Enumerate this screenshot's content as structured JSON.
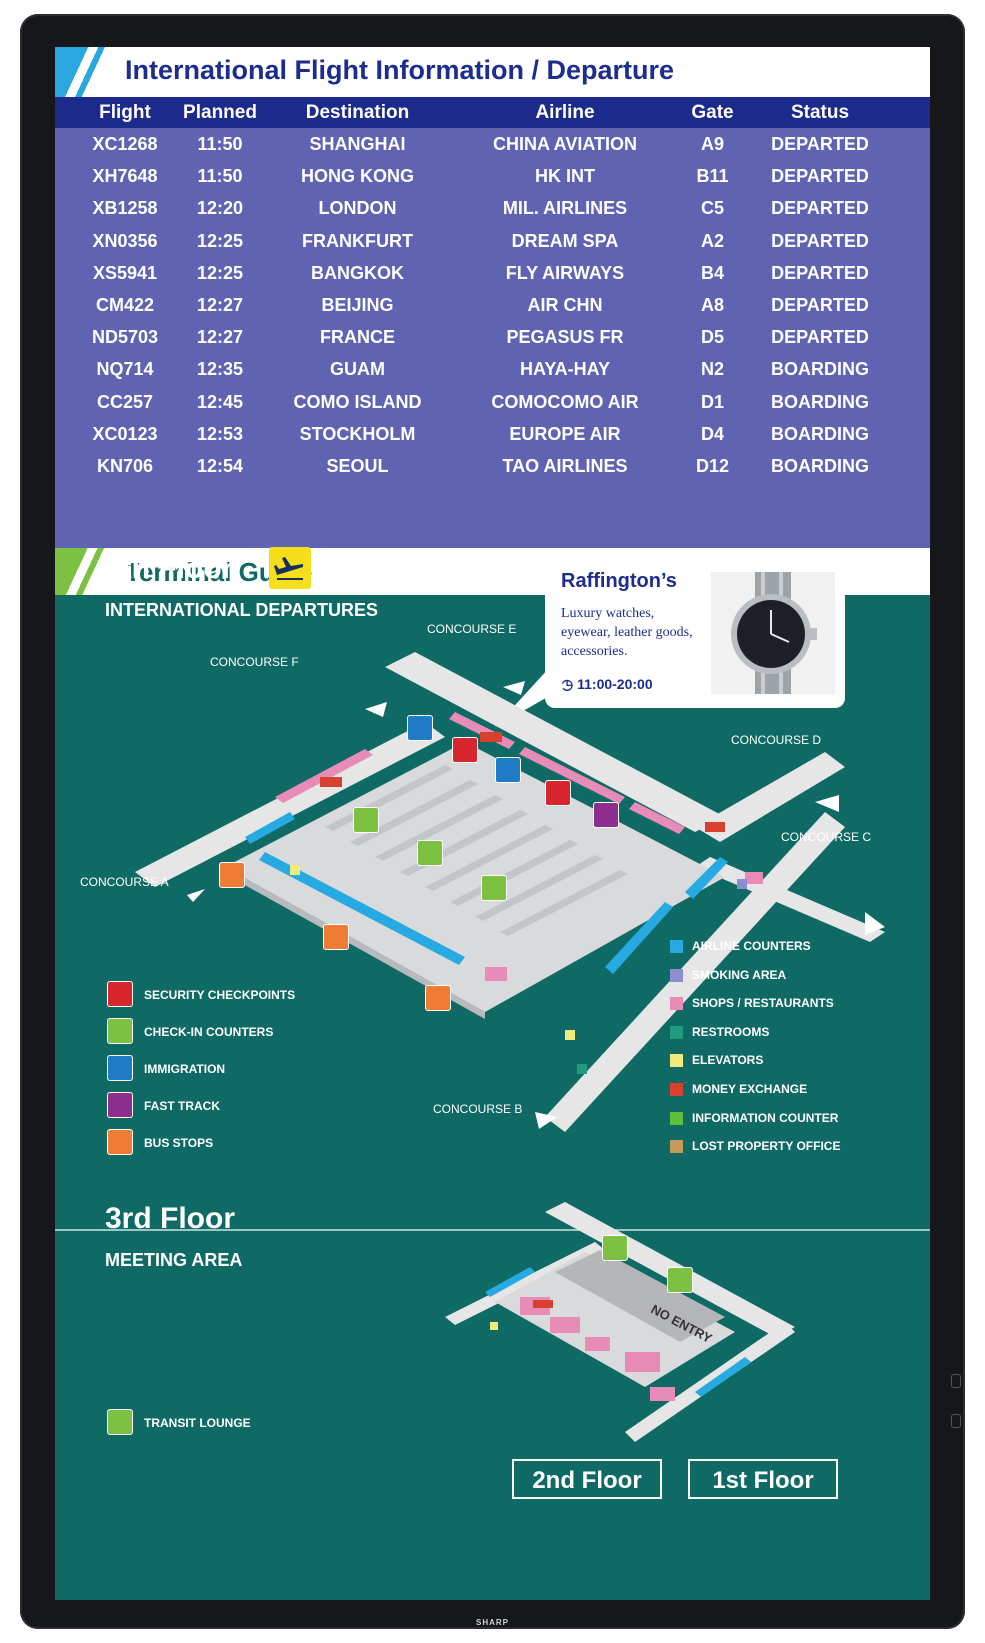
{
  "header": {
    "title": "International Flight Information / Departure"
  },
  "columns": [
    "Flight",
    "Planned",
    "Destination",
    "Airline",
    "Gate",
    "Status"
  ],
  "flights": [
    [
      "XC1268",
      "11:50",
      "SHANGHAI",
      "CHINA AVIATION",
      "A9",
      "DEPARTED"
    ],
    [
      "XH7648",
      "11:50",
      "HONG KONG",
      "HK INT",
      "B11",
      "DEPARTED"
    ],
    [
      "XB1258",
      "12:20",
      "LONDON",
      "MIL. AIRLINES",
      "C5",
      "DEPARTED"
    ],
    [
      "XN0356",
      "12:25",
      "FRANKFURT",
      "DREAM SPA",
      "A2",
      "DEPARTED"
    ],
    [
      "XS5941",
      "12:25",
      "BANGKOK",
      "FLY AIRWAYS",
      "B4",
      "DEPARTED"
    ],
    [
      "CM422",
      "12:27",
      "BEIJING",
      "AIR CHN",
      "A8",
      "DEPARTED"
    ],
    [
      "ND5703",
      "12:27",
      "FRANCE",
      "PEGASUS FR",
      "D5",
      "DEPARTED"
    ],
    [
      "NQ714",
      "12:35",
      "GUAM",
      "HAYA-HAY",
      "N2",
      "BOARDING"
    ],
    [
      "CC257",
      "12:45",
      "COMO ISLAND",
      "COMOCOMO AIR",
      "D1",
      "BOARDING"
    ],
    [
      "XC0123",
      "12:53",
      "STOCKHOLM",
      "EUROPE AIR",
      "D4",
      "BOARDING"
    ],
    [
      "KN706",
      "12:54",
      "SEOUL",
      "TAO AIRLINES",
      "D12",
      "BOARDING"
    ]
  ],
  "guide": {
    "title": "Terminal Guide",
    "floor4": {
      "title": "4th Floor",
      "subtitle": "INTERNATIONAL DEPARTURES"
    },
    "floor3": {
      "title": "3rd Floor",
      "subtitle": "MEETING AREA",
      "no_entry": "NO ENTRY",
      "legend": "TRANSIT LOUNGE"
    }
  },
  "promo": {
    "title": "Raffington’s",
    "description": "Luxury watches, eyewear, leather goods, accessories.",
    "hours": "11:00-20:00"
  },
  "concourses": {
    "a": "CONCOURSE A",
    "b": "CONCOURSE B",
    "c": "CONCOURSE C",
    "d": "CONCOURSE D",
    "e": "CONCOURSE E",
    "f": "CONCOURSE F"
  },
  "legend_left": [
    {
      "label": "SECURITY CHECKPOINTS",
      "color": "#d8262e"
    },
    {
      "label": "CHECK-IN COUNTERS",
      "color": "#7cc142"
    },
    {
      "label": "IMMIGRATION",
      "color": "#1f7bc4"
    },
    {
      "label": "FAST TRACK",
      "color": "#8e2e8f"
    },
    {
      "label": "BUS STOPS",
      "color": "#ee7d33"
    }
  ],
  "legend_right": [
    {
      "label": "AIRLINE COUNTERS",
      "color": "#27a9e1"
    },
    {
      "label": "SMOKING AREA",
      "color": "#8b8fd1"
    },
    {
      "label": "SHOPS / RESTAURANTS",
      "color": "#e98bb7"
    },
    {
      "label": "RESTROOMS",
      "color": "#1e9c7d"
    },
    {
      "label": "ELEVATORS",
      "color": "#f2ea7b"
    },
    {
      "label": "MONEY EXCHANGE",
      "color": "#d8412e"
    },
    {
      "label": "INFORMATION COUNTER",
      "color": "#5fbf3a"
    },
    {
      "label": "LOST PROPERTY OFFICE",
      "color": "#c79a5b"
    }
  ],
  "nav": {
    "floor2": "2nd Floor",
    "floor1": "1st Floor"
  },
  "device": {
    "brand": "SHARP"
  }
}
